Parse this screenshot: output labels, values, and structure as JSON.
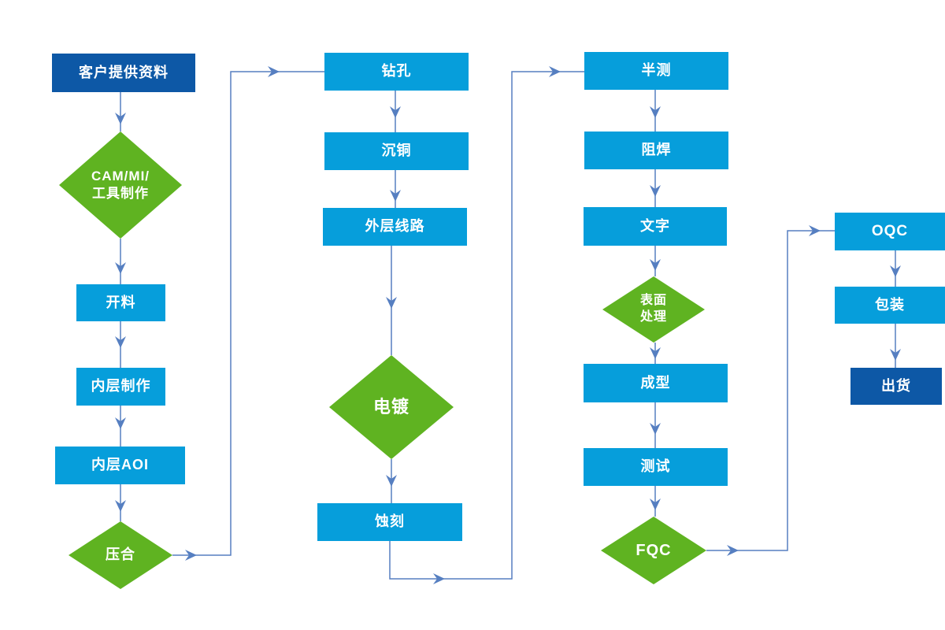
{
  "diagram": {
    "name": "pcb-manufacturing-process-flowchart",
    "colors": {
      "process": "#069edb",
      "terminal": "#0d58a6",
      "decision": "#5fb321",
      "connector": "#567fc1",
      "label": "#ffffff",
      "background": "#ffffff"
    },
    "nodes": [
      {
        "id": "customer-data",
        "label": "客户提供资料",
        "shape": "rect",
        "variant": "terminal"
      },
      {
        "id": "cam-mi-tooling",
        "label": "CAM/MI/工具制作",
        "line1": "CAM/MI/",
        "line2": "工具制作",
        "shape": "diamond",
        "variant": "decision"
      },
      {
        "id": "cutting",
        "label": "开料",
        "shape": "rect",
        "variant": "process"
      },
      {
        "id": "inner-layer-fab",
        "label": "内层制作",
        "shape": "rect",
        "variant": "process"
      },
      {
        "id": "inner-aoi",
        "label": "内层AOI",
        "shape": "rect",
        "variant": "process"
      },
      {
        "id": "lamination",
        "label": "压合",
        "shape": "diamond",
        "variant": "decision"
      },
      {
        "id": "drilling",
        "label": "钻孔",
        "shape": "rect",
        "variant": "process"
      },
      {
        "id": "copper-deposition",
        "label": "沉铜",
        "shape": "rect",
        "variant": "process"
      },
      {
        "id": "outer-layer-circuit",
        "label": "外层线路",
        "shape": "rect",
        "variant": "process"
      },
      {
        "id": "plating",
        "label": "电镀",
        "shape": "diamond",
        "variant": "decision"
      },
      {
        "id": "etching",
        "label": "蚀刻",
        "shape": "rect",
        "variant": "process"
      },
      {
        "id": "half-test",
        "label": "半测",
        "shape": "rect",
        "variant": "process"
      },
      {
        "id": "solder-mask",
        "label": "阻焊",
        "shape": "rect",
        "variant": "process"
      },
      {
        "id": "silkscreen-text",
        "label": "文字",
        "shape": "rect",
        "variant": "process"
      },
      {
        "id": "surface-finish",
        "label": "表面处理",
        "line1": "表面",
        "line2": "处理",
        "shape": "diamond",
        "variant": "decision"
      },
      {
        "id": "forming",
        "label": "成型",
        "shape": "rect",
        "variant": "process"
      },
      {
        "id": "testing",
        "label": "测试",
        "shape": "rect",
        "variant": "process"
      },
      {
        "id": "fqc",
        "label": "FQC",
        "shape": "diamond",
        "variant": "decision"
      },
      {
        "id": "oqc",
        "label": "OQC",
        "shape": "rect",
        "variant": "process"
      },
      {
        "id": "packaging",
        "label": "包装",
        "shape": "rect",
        "variant": "process"
      },
      {
        "id": "shipping",
        "label": "出货",
        "shape": "rect",
        "variant": "terminal"
      }
    ],
    "edges": [
      {
        "from": "customer-data",
        "to": "cam-mi-tooling"
      },
      {
        "from": "cam-mi-tooling",
        "to": "cutting"
      },
      {
        "from": "cutting",
        "to": "inner-layer-fab"
      },
      {
        "from": "inner-layer-fab",
        "to": "inner-aoi"
      },
      {
        "from": "inner-aoi",
        "to": "lamination"
      },
      {
        "from": "lamination",
        "to": "drilling"
      },
      {
        "from": "drilling",
        "to": "copper-deposition"
      },
      {
        "from": "copper-deposition",
        "to": "outer-layer-circuit"
      },
      {
        "from": "outer-layer-circuit",
        "to": "plating"
      },
      {
        "from": "plating",
        "to": "etching"
      },
      {
        "from": "etching",
        "to": "half-test"
      },
      {
        "from": "half-test",
        "to": "solder-mask"
      },
      {
        "from": "solder-mask",
        "to": "silkscreen-text"
      },
      {
        "from": "silkscreen-text",
        "to": "surface-finish"
      },
      {
        "from": "surface-finish",
        "to": "forming"
      },
      {
        "from": "forming",
        "to": "testing"
      },
      {
        "from": "testing",
        "to": "fqc"
      },
      {
        "from": "fqc",
        "to": "oqc"
      },
      {
        "from": "oqc",
        "to": "packaging"
      },
      {
        "from": "packaging",
        "to": "shipping"
      }
    ]
  }
}
